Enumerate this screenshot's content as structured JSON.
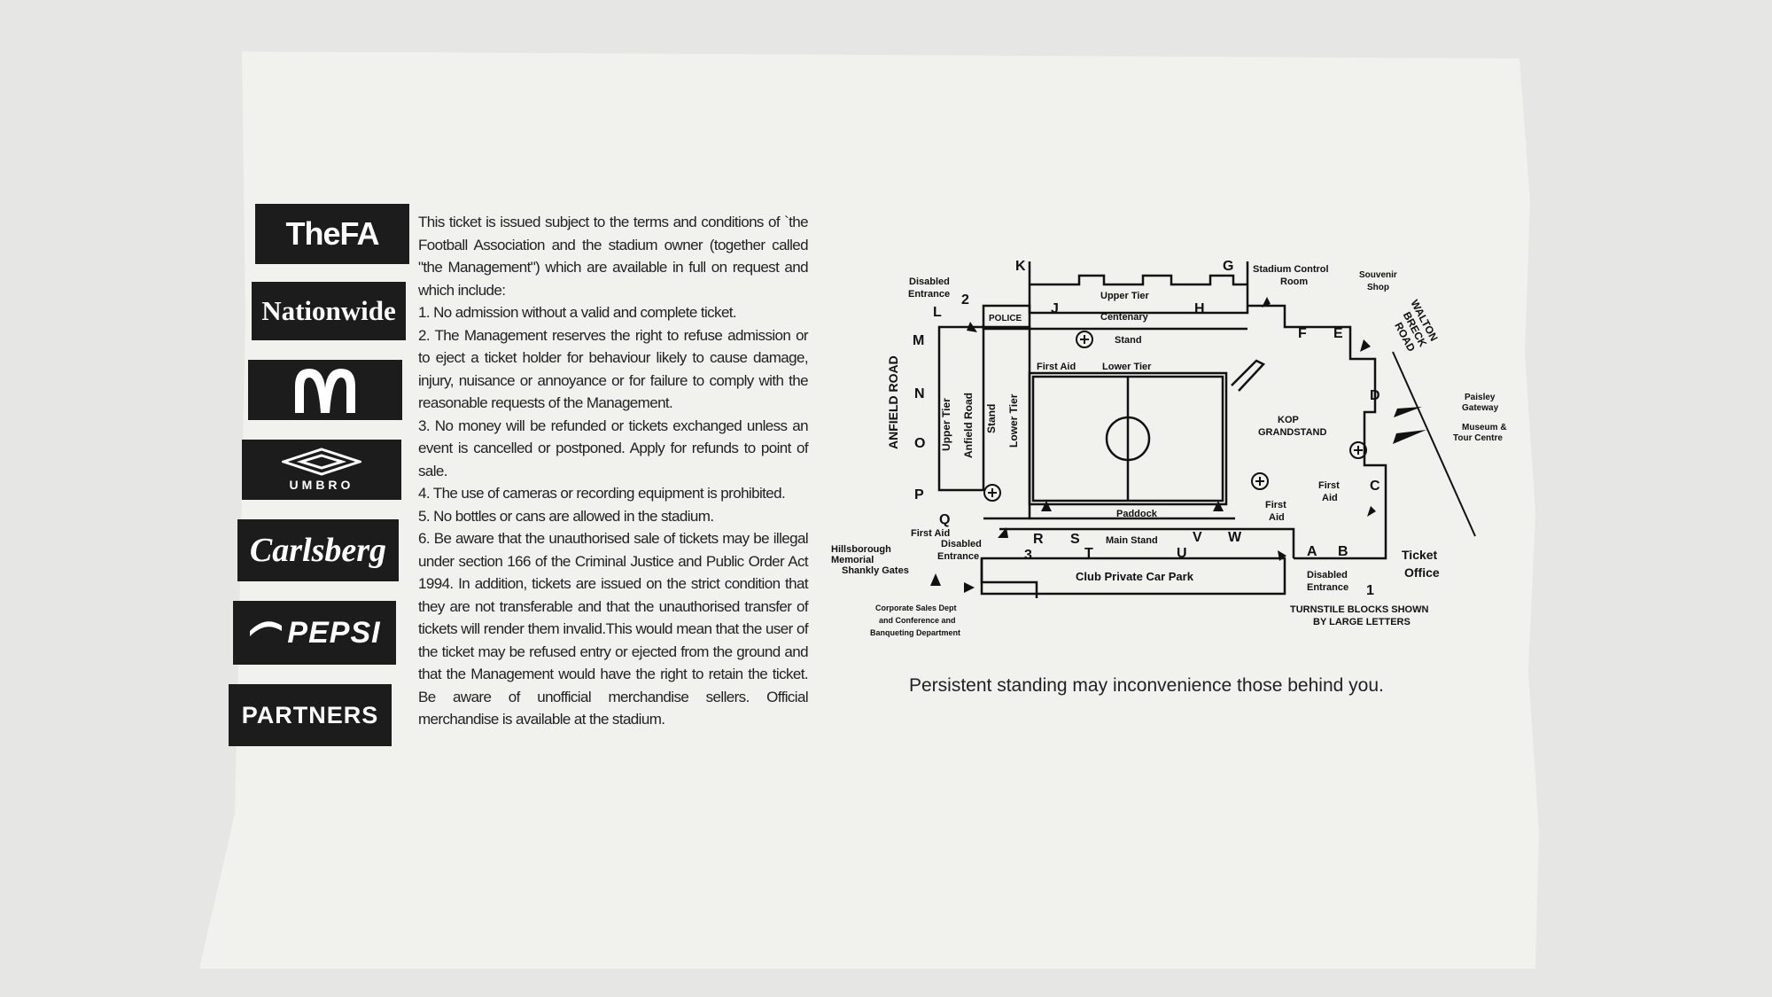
{
  "logos": {
    "fa": "TheFA",
    "nationwide": "Nationwide",
    "mcdonalds": "M",
    "umbro": "UMBRO",
    "carlsberg": "Carlsberg",
    "pepsi": "PEPSI",
    "partners": "PARTNERS"
  },
  "terms": {
    "intro": "This ticket is issued subject to the terms and conditions of `the Football Association and the stadium owner (together called \"the Management\") which are available in full on request and which include:",
    "items": [
      "1. No admission without a valid and complete ticket.",
      "2. The Management reserves the right to refuse admission or to eject a ticket holder for behaviour likely to cause damage, injury, nuisance or annoyance or for failure to comply with the reasonable requests of the Management.",
      "3. No money will be refunded or tickets exchanged unless an event is cancelled or postponed. Apply for refunds to point of sale.",
      "4. The use of cameras or recording equipment is prohibited.",
      "5. No bottles or cans are allowed in the stadium.",
      "6. Be aware that the unauthorised sale of tickets may be illegal under section 166 of the Criminal Justice and Public Order Act 1994. In addition, tickets are issued on the strict condition that they are not transferable and that the unauthorised transfer of tickets will render them invalid.This would mean that the user of the ticket may be refused entry or ejected from the ground and that the Management would have the right to retain the ticket. Be aware of unofficial merchandise sellers. Official merchandise is available at the stadium."
    ]
  },
  "map": {
    "turnstiles": [
      "K",
      "G",
      "L",
      "J",
      "H",
      "F",
      "E",
      "M",
      "N",
      "O",
      "P",
      "Q",
      "R",
      "S",
      "T",
      "U",
      "V",
      "W",
      "A",
      "B",
      "C",
      "D"
    ],
    "gates": [
      "2",
      "3",
      "1"
    ],
    "labels": {
      "disabled_entrance": [
        "Disabled",
        "Entrance"
      ],
      "police": "POLICE",
      "upper_tier": "Upper Tier",
      "centenary": "Centenary",
      "stand": "Stand",
      "lower_tier": "Lower Tier",
      "first_aid": "First Aid",
      "first_aid_split": [
        "First",
        "Aid"
      ],
      "stadium_control_room": [
        "Stadium Control",
        "Room"
      ],
      "souvenir_shop": [
        "Souvenir",
        "Shop"
      ],
      "walton_breck_road": [
        "WALTON",
        "BRECK",
        "ROAD"
      ],
      "paisley_gateway": [
        "Paisley",
        "Gateway"
      ],
      "museum": [
        "Museum &",
        "Tour Centre"
      ],
      "kop_grandstand": [
        "KOP",
        "GRANDSTAND"
      ],
      "anfield_road": "ANFIELD ROAD",
      "anfield_road_stand": "Anfield Road",
      "paddock": "Paddock",
      "main_stand": "Main Stand",
      "club_car_park": "Club Private Car Park",
      "hillsborough": [
        "Hillsborough",
        "Memorial",
        "Shankly Gates"
      ],
      "corporate": [
        "Corporate Sales Dept",
        "and Conference and",
        "Banqueting Department"
      ],
      "ticket_office": [
        "Ticket",
        "Office"
      ],
      "turnstile_note": [
        "TURNSTILE BLOCKS SHOWN",
        "BY LARGE LETTERS"
      ]
    }
  },
  "notice": "Persistent standing may inconvenience those behind you."
}
